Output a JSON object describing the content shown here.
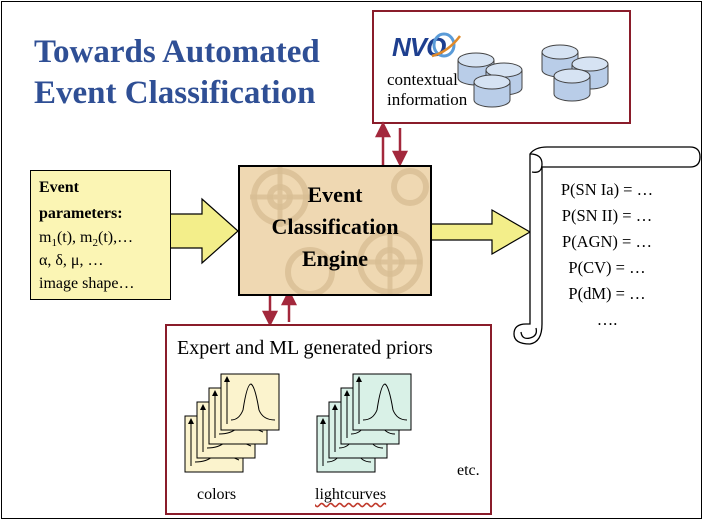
{
  "title": {
    "line1": "Towards Automated",
    "line2": "Event Classification"
  },
  "nvo_box": {
    "logo": "NVO",
    "text_line1": "contextual",
    "text_line2": "information"
  },
  "event_parameters": {
    "line1": "Event",
    "line2": "parameters:",
    "line3_parts": [
      "m",
      "1",
      "(t), m",
      "2",
      "(t),…"
    ],
    "line4": "α, δ, μ, …",
    "line5": "image shape…"
  },
  "engine": {
    "line1": "Event",
    "line2": "Classification",
    "line3": "Engine"
  },
  "outputs": [
    "P(SN Ia) = …",
    "P(SN II) = …",
    "P(AGN) = …",
    "P(CV) = …",
    "P(dM) = …",
    "…."
  ],
  "priors": {
    "title": "Expert and ML generated priors",
    "label_colors": "colors",
    "label_lightcurves": "lightcurves",
    "label_etc": "etc."
  },
  "colors": {
    "title": "#2f4f95",
    "box_border": "#8a1c2a",
    "param_fill": "#fbf5b4",
    "engine_fill": "#efd8b2",
    "arrow_yellow": "#f3ee8a",
    "arrow_red": "#a3283c",
    "colors_page": "#fbf3cd",
    "lightcurve_page": "#d9f1e7",
    "database": "#b9cde8"
  }
}
